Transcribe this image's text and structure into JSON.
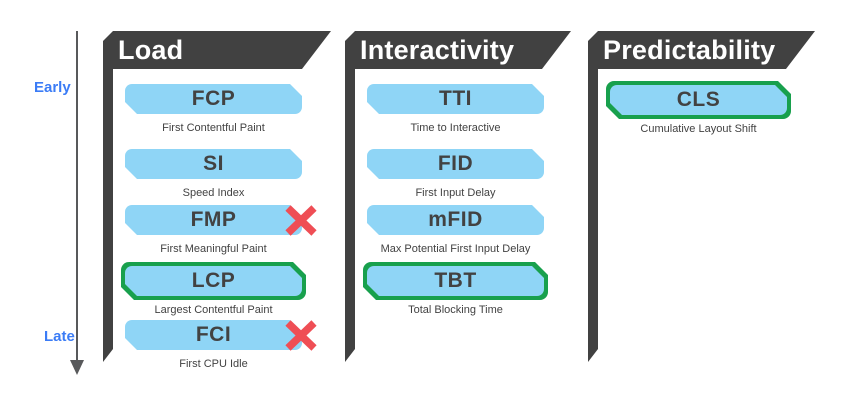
{
  "timeline": {
    "early": "Early",
    "late": "Late"
  },
  "colors": {
    "header_bg": "#414141",
    "badge_blue": "#8FD5F6",
    "highlight_green": "#18A04D",
    "deprecated_red": "#EF4E55",
    "timeline_label_blue": "#3B7CF6",
    "arrow_gray": "#58595B",
    "text_dark": "#424242"
  },
  "columns": [
    {
      "title": "Load",
      "metrics": [
        {
          "abbr": "FCP",
          "name": "First Contentful Paint",
          "highlighted": false,
          "deprecated": false
        },
        {
          "abbr": "SI",
          "name": "Speed Index",
          "highlighted": false,
          "deprecated": false
        },
        {
          "abbr": "FMP",
          "name": "First Meaningful Paint",
          "highlighted": false,
          "deprecated": true
        },
        {
          "abbr": "LCP",
          "name": "Largest Contentful Paint",
          "highlighted": true,
          "deprecated": false
        },
        {
          "abbr": "FCI",
          "name": "First CPU Idle",
          "highlighted": false,
          "deprecated": true
        }
      ]
    },
    {
      "title": "Interactivity",
      "metrics": [
        {
          "abbr": "TTI",
          "name": "Time to Interactive",
          "highlighted": false,
          "deprecated": false
        },
        {
          "abbr": "FID",
          "name": "First Input Delay",
          "highlighted": false,
          "deprecated": false
        },
        {
          "abbr": "mFID",
          "name": "Max Potential First Input Delay",
          "highlighted": false,
          "deprecated": false
        },
        {
          "abbr": "TBT",
          "name": "Total Blocking Time",
          "highlighted": true,
          "deprecated": false
        }
      ]
    },
    {
      "title": "Predictability",
      "metrics": [
        {
          "abbr": "CLS",
          "name": "Cumulative Layout Shift",
          "highlighted": true,
          "deprecated": false
        }
      ]
    }
  ]
}
